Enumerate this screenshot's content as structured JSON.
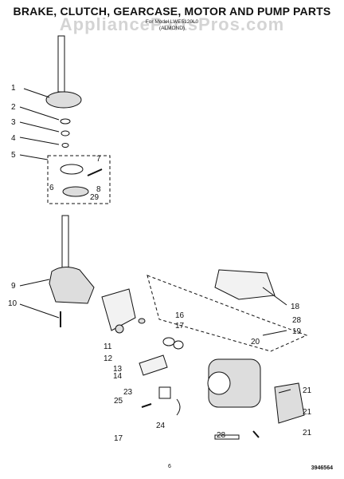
{
  "header": {
    "title": "BRAKE, CLUTCH, GEARCASE, MOTOR AND PUMP PARTS",
    "watermark": "AppliancePartsPros.com",
    "model_line": "For Model LWE5120L0",
    "color_line": "(ALMOND)"
  },
  "callouts": [
    "1",
    "2",
    "3",
    "4",
    "5",
    "6",
    "7",
    "8",
    "29",
    "9",
    "10",
    "11",
    "12",
    "13",
    "14",
    "16",
    "17",
    "18",
    "28",
    "19",
    "20",
    "21",
    "21",
    "21",
    "23",
    "25",
    "24",
    "17",
    "28"
  ],
  "footer": {
    "page_number": "6",
    "doc_number": "3946564"
  }
}
